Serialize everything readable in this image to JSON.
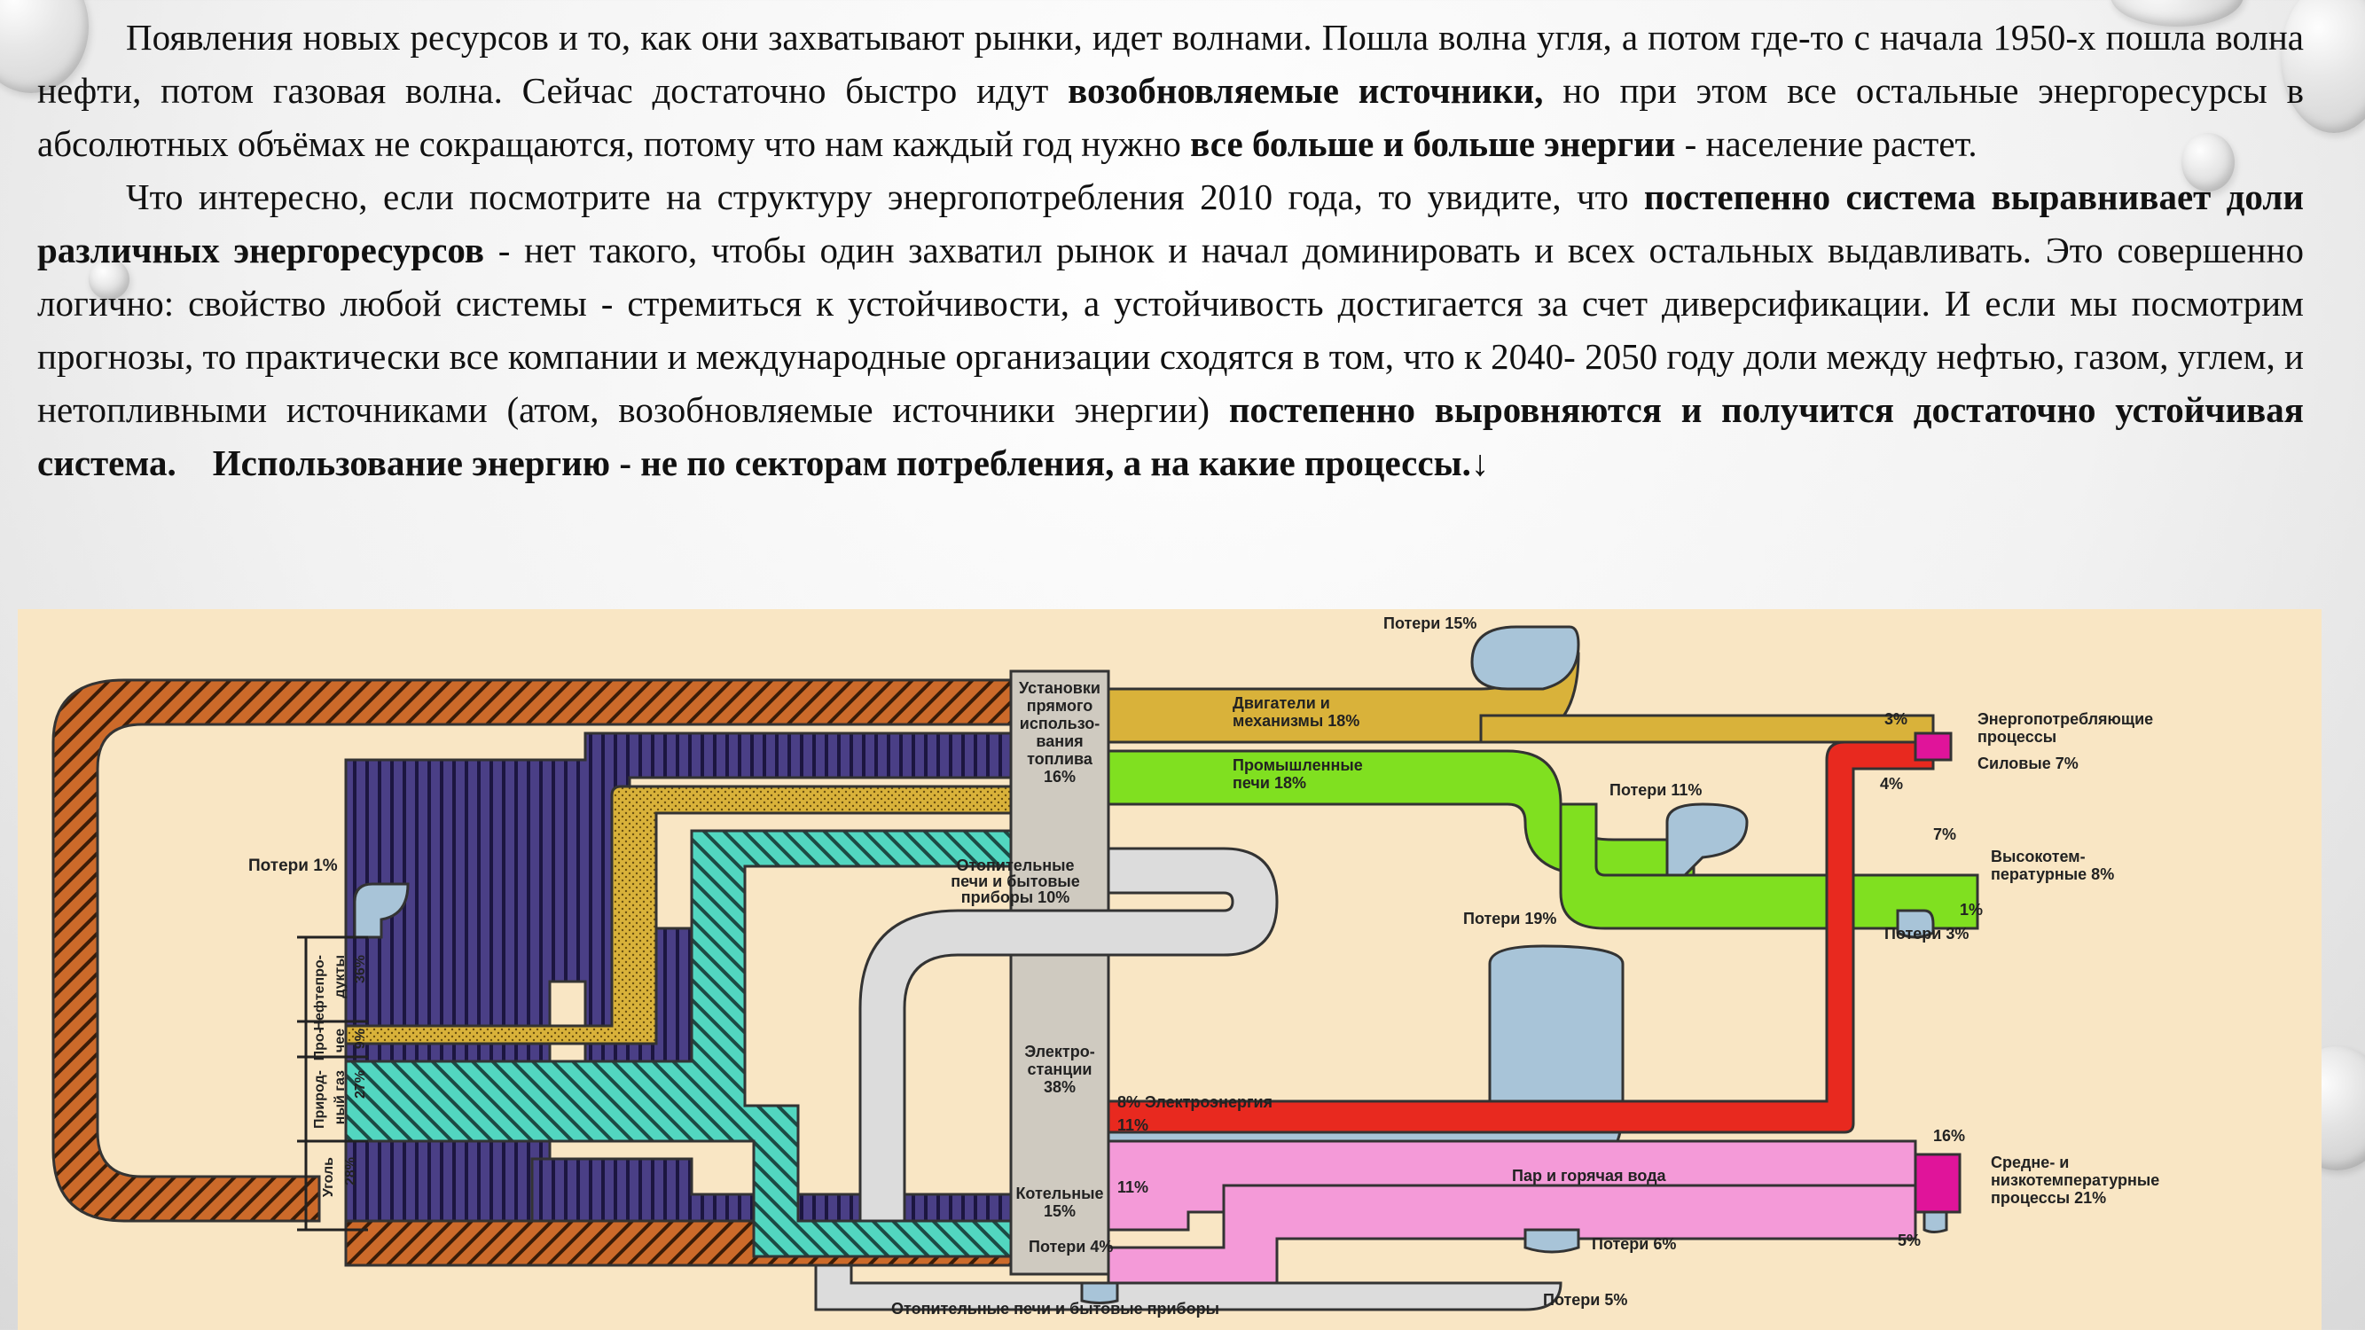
{
  "paragraph1": {
    "t1": "Появления новых ресурсов и то, как они захватывают рынки, идет волнами. Пошла волна угля, а потом где-то с начала 1950-х пошла волна нефти, потом газовая волна. Сейчас достаточно быстро идут ",
    "b1": "возобновляемые источники,",
    "t2": " но при этом все остальные энергоресурсы в абсолютных объёмах не сокращаются, потому что нам каждый год нужно ",
    "b2": "все больше и больше энергии",
    "t3": " - население растет."
  },
  "paragraph2": {
    "t1": "Что интересно, если посмотрите на  структуру энергопотребления 2010 года, то увидите, что ",
    "b1": "постепенно система выравнивает доли различных энергоресурсов",
    "t2": " - нет такого, чтобы один захватил рынок и начал доминировать и всех остальных выдавливать. Это совершенно логично: свойство любой системы - стремиться к устойчивости, а устойчивость достигается за счет диверсификации. И если мы посмотрим прогнозы, то практически все компании и международные организации сходятся в том, что к 2040- 2050 году доли между нефтью, газом, углем, и нетопливными источниками (атом, возобновляемые источники энергии) ",
    "b2": "постепенно выровняются и получится достаточно устойчивая система.",
    "b3": "Использование энергию - не по секторам потребления, а на какие процессы.↓"
  },
  "diagram": {
    "sources": {
      "oil": [
        "Нефтепро-",
        "дукты",
        "36%"
      ],
      "other": [
        "Про-",
        "чее",
        "9%"
      ],
      "gas": [
        "Природ-",
        "ный газ",
        "27%"
      ],
      "coal": [
        "Уголь",
        "28%"
      ]
    },
    "loss_1": "Потери 1%",
    "direct_fuel": [
      "Установки",
      "прямого",
      "использо-",
      "вания",
      "топлива",
      "16%"
    ],
    "power_plants": [
      "Электро-",
      "станции",
      "38%"
    ],
    "boilers": [
      "Котельные",
      "15%"
    ],
    "heating_stoves": [
      "Отопительные",
      "печи и бытовые",
      "приборы 10%"
    ],
    "engines": [
      "Двигатели и",
      "механизмы 18%"
    ],
    "furnaces": [
      "Промышленные",
      "печи 18%"
    ],
    "loss_15": "Потери 15%",
    "loss_11": "Потери 11%",
    "loss_19": "Потери 19%",
    "loss_3": "Потери 3%",
    "loss_4": "Потери 4%",
    "loss_6": "Потери 6%",
    "loss_5": "Потери 5%",
    "pct_3": "3%",
    "pct_4": "4%",
    "pct_7": "7%",
    "pct_1": "1%",
    "pct_16": "16%",
    "pct_5": "5%",
    "electricity": "8%  Электроэнергия",
    "pct_11a": "11%",
    "pct_11b": "11%",
    "steam": "Пар и горячая вода",
    "out_energy": [
      "Энергопотребляющие",
      "процессы"
    ],
    "out_power": "Силовые 7%",
    "out_hightemp": [
      "Высокотем-",
      "пературные 8%"
    ],
    "out_midtemp": [
      "Средне-  и",
      "низкотемпературные",
      "процессы 21%"
    ],
    "bottom_stoves": "Отопительные печи и бытовые приборы",
    "colors": {
      "background": "#f9e6c4",
      "oil": "#4a3f86",
      "other": "#d9b23a",
      "gas": "#52d6c0",
      "coal": "#cc6a2a",
      "electricity": "#e8291f",
      "steam": "#f49ad8",
      "steam_dark": "#e0149a",
      "engines": "#d9b23a",
      "furnaces": "#80e020",
      "loss": "#a8c4d8",
      "stoves": "#dcdcdc",
      "plant": "#cfcac0"
    }
  }
}
